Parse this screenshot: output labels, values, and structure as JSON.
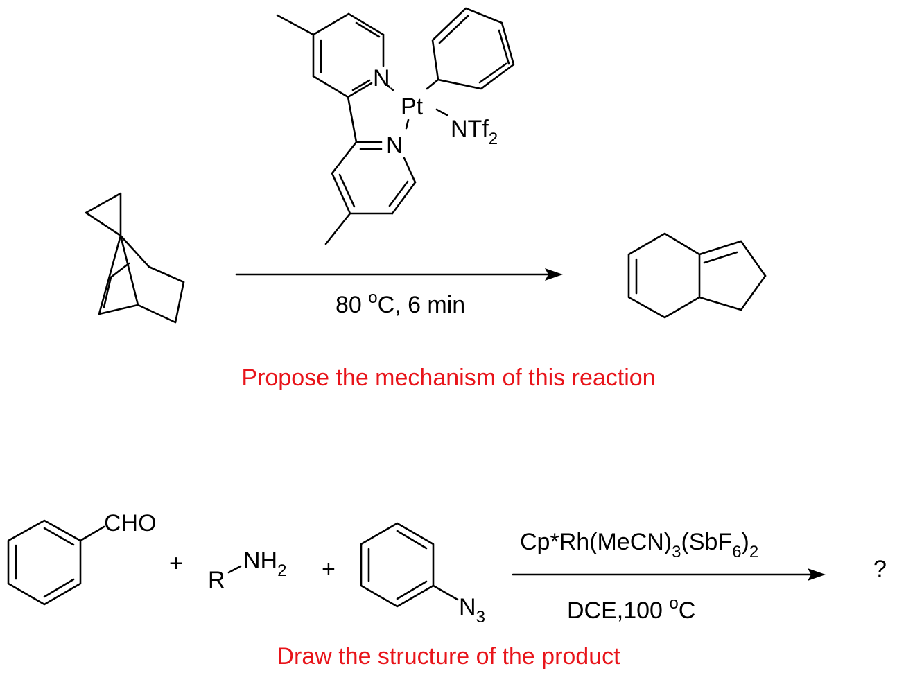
{
  "reaction1": {
    "catalyst": {
      "n_top": "N",
      "n_bottom": "N",
      "metal": "Pt",
      "ligand": "NTf",
      "ligand_sub": "2"
    },
    "conditions": {
      "temp": "80 ",
      "deg": "o",
      "rest": "C, 6 min"
    },
    "question": "Propose the mechanism of this reaction"
  },
  "reaction2": {
    "aldehyde_label": "CHO",
    "plus_1": "+",
    "amine": {
      "r": "R",
      "nh": "NH",
      "sub": "2"
    },
    "plus_2": "+",
    "azide": {
      "n": "N",
      "sub": "3"
    },
    "catalyst": {
      "p1": "Cp*Rh(MeCN)",
      "s1": "3",
      "p2": "(SbF",
      "s2": "6",
      "p3": ")",
      "s3": "2"
    },
    "conditions": {
      "main": "DCE,100 ",
      "deg": "o",
      "unit": "C"
    },
    "product": "?",
    "question": "Draw the structure of the product"
  },
  "colors": {
    "ink": "#000000",
    "question": "#e8141a"
  }
}
